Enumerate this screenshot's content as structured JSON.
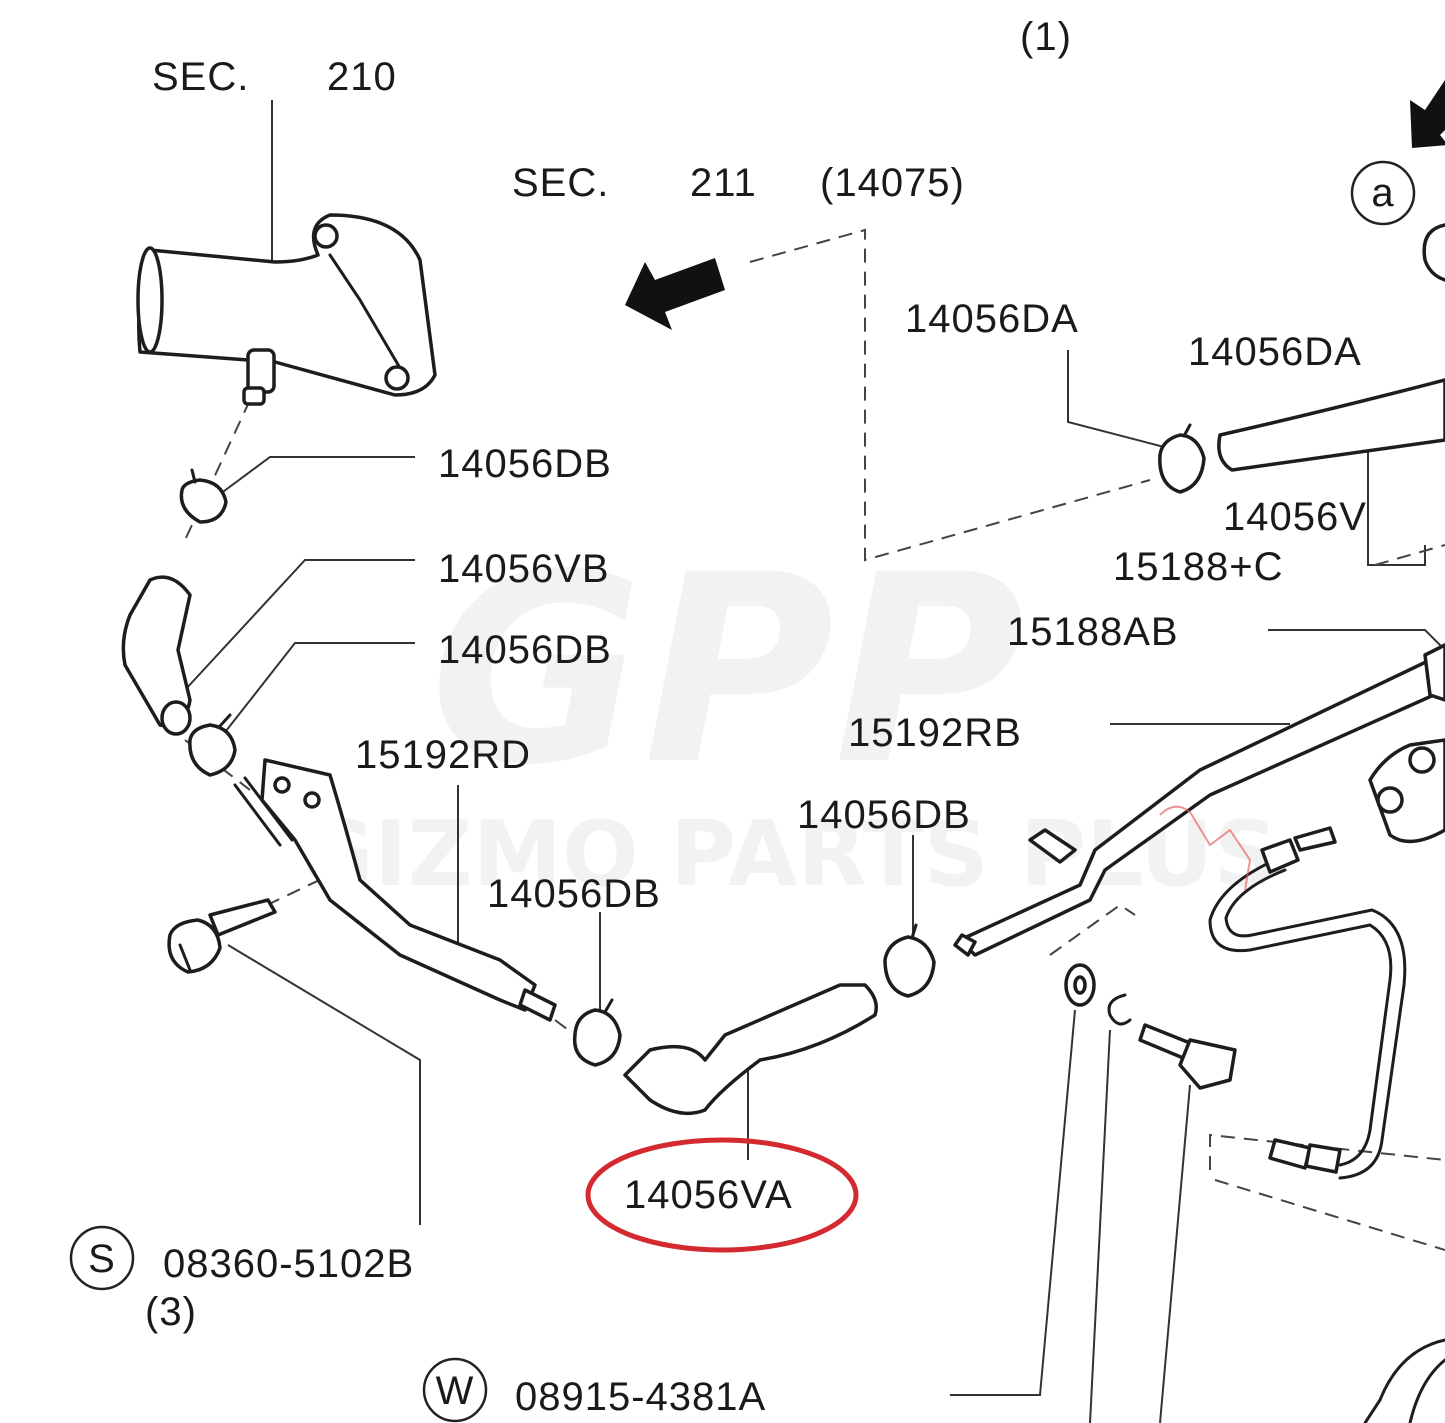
{
  "diagram": {
    "labels": {
      "sec210": "SEC.",
      "sec210_num": "210",
      "sec211": "SEC.",
      "sec211_num": "211",
      "sec211_ref": "(14075)",
      "top_qty": "(1)",
      "circle_a": "a",
      "p_14056DA_1": "14056DA",
      "p_14056DA_2": "14056DA",
      "p_14056DB_1": "14056DB",
      "p_14056VB": "14056VB",
      "p_14056DB_2": "14056DB",
      "p_14056V": "14056V",
      "p_15188C": "15188+C",
      "p_15188AB": "15188AB",
      "p_15192RD": "15192RD",
      "p_15192RB": "15192RB",
      "p_14056DB_3": "14056DB",
      "p_14056DB_4": "14056DB",
      "p_14056VA": "14056VA",
      "s_symbol": "S",
      "s_part": "08360-5102B",
      "s_qty": "(3)",
      "w_symbol": "W",
      "w_part": "08915-4381A"
    },
    "highlighted_part": "14056VA",
    "highlight_color": "#d42a2f",
    "watermark_logo": "GPP",
    "watermark_text": "GIZMO PARTS PLUS"
  }
}
